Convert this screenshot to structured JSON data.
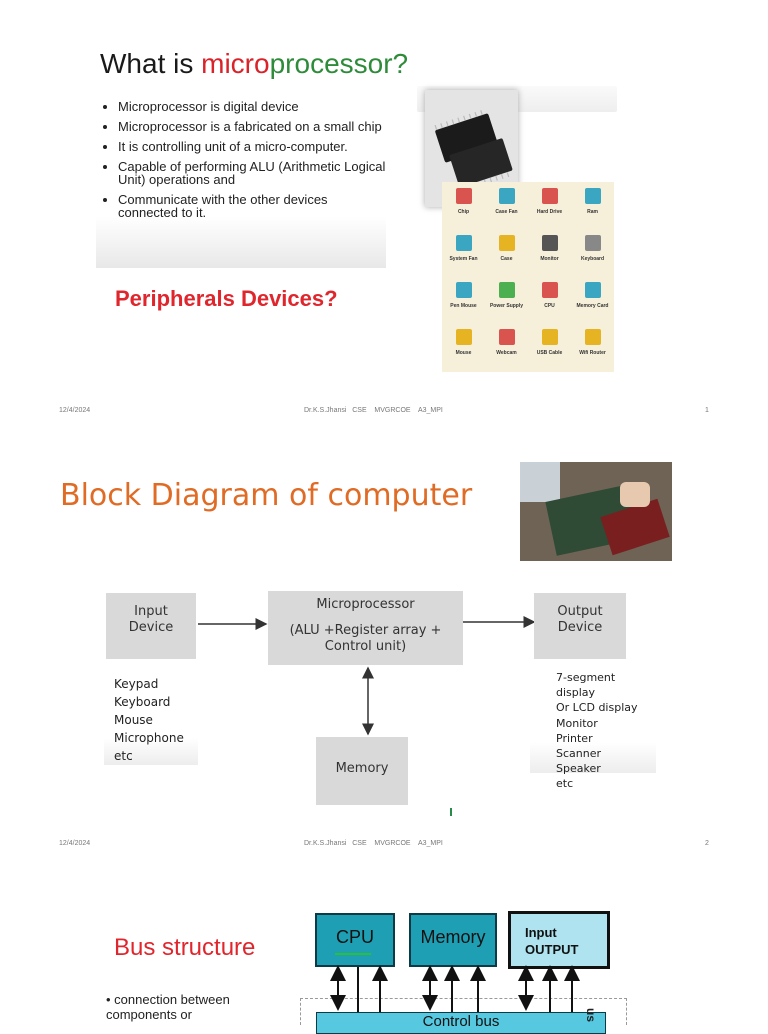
{
  "slide1": {
    "title_prefix": "What is ",
    "title_micro": "micro",
    "title_processor": "processor?",
    "bullets": [
      "Microprocessor is digital device",
      "Microprocessor is a fabricated on a small chip",
      "It is controlling unit of a micro-computer.",
      "Capable of performing ALU (Arithmetic Logical Unit) operations and",
      "Communicate with the other devices connected to it."
    ],
    "peripherals_heading": "Peripherals Devices?",
    "icons": [
      {
        "label": "Chip",
        "color": "#d9534f"
      },
      {
        "label": "Case Fan",
        "color": "#3aa6c2"
      },
      {
        "label": "Hard Drive",
        "color": "#d9534f"
      },
      {
        "label": "Ram",
        "color": "#3aa6c2"
      },
      {
        "label": "System Fan",
        "color": "#3aa6c2"
      },
      {
        "label": "Case",
        "color": "#e6b422"
      },
      {
        "label": "Monitor",
        "color": "#555555"
      },
      {
        "label": "Keyboard",
        "color": "#888888"
      },
      {
        "label": "Pen Mouse",
        "color": "#3aa6c2"
      },
      {
        "label": "Power Supply",
        "color": "#4caf50"
      },
      {
        "label": "CPU",
        "color": "#d9534f"
      },
      {
        "label": "Memory Card",
        "color": "#3aa6c2"
      },
      {
        "label": "Mouse",
        "color": "#e6b422"
      },
      {
        "label": "Webcam",
        "color": "#d9534f"
      },
      {
        "label": "USB Cable",
        "color": "#e6b422"
      },
      {
        "label": "Wifi Router",
        "color": "#e6b422"
      }
    ]
  },
  "footer": {
    "date": "12/4/2024",
    "author": "Dr.K.S.Jhansi   CSE    MVGRCOE    A3_MPI",
    "page1": "1",
    "page2": "2"
  },
  "slide2": {
    "title": "Block Diagram of computer",
    "input_box": "Input\nDevice",
    "micro_title": "Microprocessor",
    "micro_detail": "(ALU +Register array +\nControl unit)",
    "output_box": "Output\nDevice",
    "memory_box": "Memory",
    "input_devices": [
      "Keypad",
      "Keyboard",
      "Mouse",
      "Microphone",
      "etc"
    ],
    "output_devices": [
      "7-segment display",
      "Or LCD display",
      "Monitor",
      "Printer",
      "Scanner",
      "Speaker",
      "etc"
    ]
  },
  "slide3": {
    "title": "Bus structure",
    "bullet": "connection between components or",
    "cpu": "CPU",
    "memory": "Memory",
    "io_line1": "Input",
    "io_line2": "OUTPUT",
    "control_bus": "Control bus",
    "side_text": "us"
  },
  "colors": {
    "orange_title": "#e06b25",
    "red_heading": "#e0262d",
    "bus_box": "#1f9fb4"
  }
}
